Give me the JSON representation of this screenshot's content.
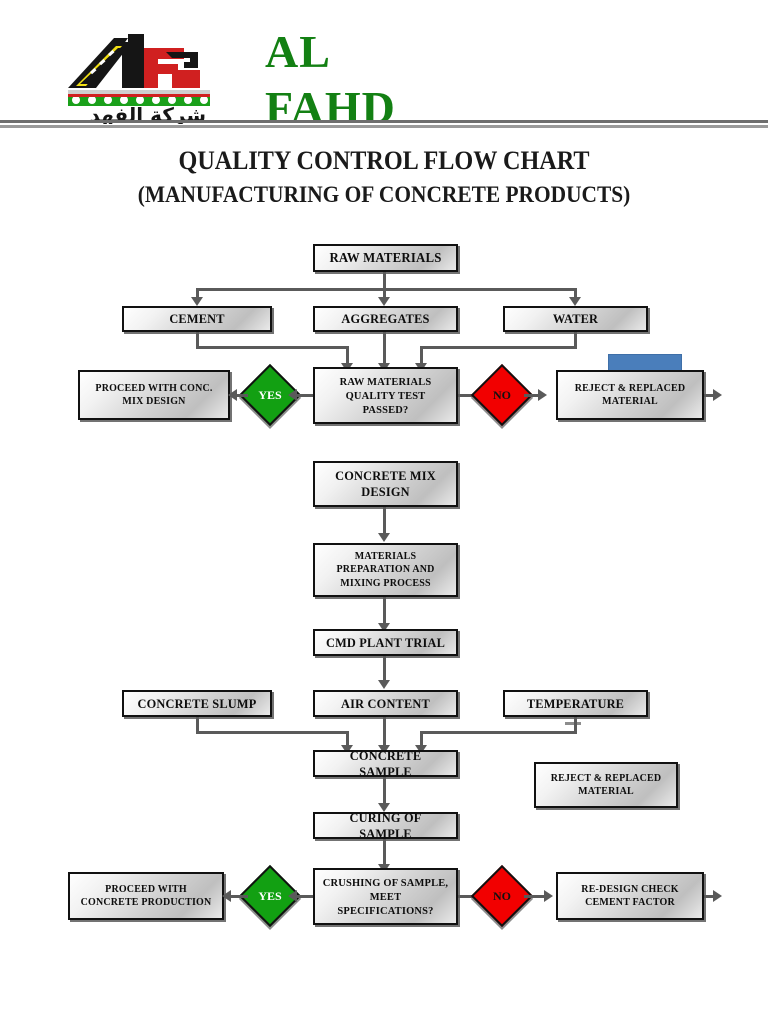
{
  "header": {
    "brand_line1": "AL",
    "brand_line2": "FAHD",
    "brand_color": "#138013",
    "logo_arabic": "شركة الفهد",
    "logo_letter": "F"
  },
  "document": {
    "title": "QUALITY CONTROL FLOW CHART",
    "subtitle": "(MANUFACTURING OF CONCRETE PRODUCTS)"
  },
  "flow": {
    "raw_materials": "RAW MATERIALS",
    "cement": "CEMENT",
    "aggregates": "AGGREGATES",
    "water": "WATER",
    "proceed_mix_design": "PROCEED WITH CONC. MIX DESIGN",
    "raw_materials_test": "RAW MATERIALS QUALITY TEST PASSED?",
    "reject_replaced_1": "REJECT & REPLACED MATERIAL",
    "concrete_mix_design": "CONCRETE MIX DESIGN",
    "materials_prep": "MATERIALS PREPARATION AND MIXING PROCESS",
    "cmd_plant_trial": "CMD PLANT TRIAL",
    "concrete_slump": "CONCRETE SLUMP",
    "air_content": "AIR CONTENT",
    "temperature": "TEMPERATURE",
    "concrete_sample": "CONCRETE SAMPLE",
    "reject_replaced_2": "REJECT & REPLACED MATERIAL",
    "curing_of_sample": "CURING OF SAMPLE",
    "proceed_production": "PROCEED WITH CONCRETE PRODUCTION",
    "crushing_test": "CRUSHING OF SAMPLE, MEET SPECIFICATIONS?",
    "redesign_cement": "RE-DESIGN CHECK CEMENT FACTOR",
    "yes_1": "YES",
    "no_1": "NO",
    "yes_2": "YES",
    "no_2": "NO"
  },
  "colors": {
    "yes_green": "#12a012",
    "no_red": "#f20000",
    "selection_blue": "#4a7ebb",
    "connector_grey": "#5a5a5a"
  }
}
